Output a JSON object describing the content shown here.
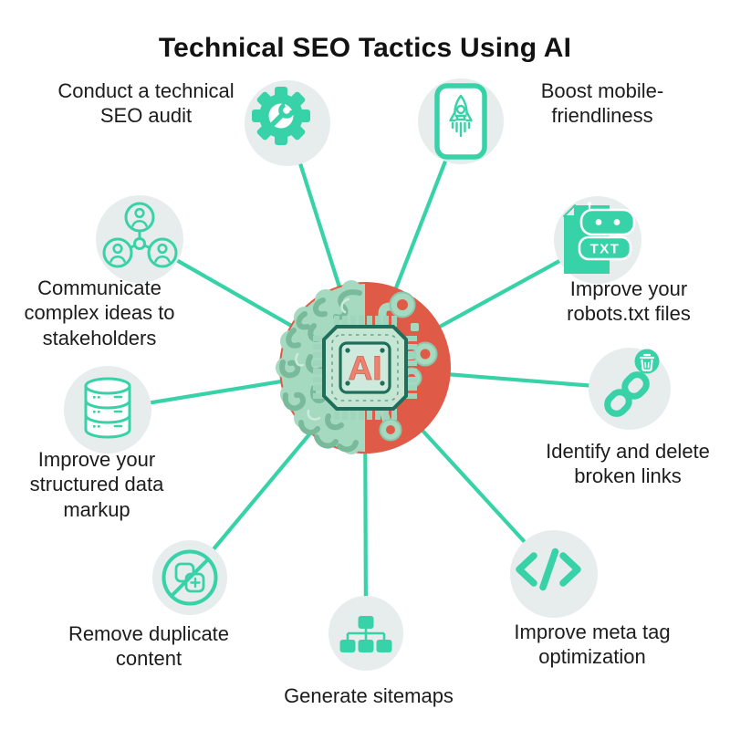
{
  "title": "Technical SEO Tactics Using AI",
  "center": {
    "ai_label": "AI",
    "graphic": "half-brain-half-circuit-chip"
  },
  "colors": {
    "accent_teal": "#38d2a8",
    "icon_circle_bg": "#e7edec",
    "center_red": "#e05b47",
    "brain_mint": "#a5d9c0",
    "chip_dark_teal": "#1f6e5b",
    "ai_salmon": "#ee8170",
    "text": "#1c1c1c"
  },
  "items": [
    {
      "id": "technical-seo-audit",
      "icon": "gear-wrench-icon",
      "label": [
        "Conduct a technical",
        "SEO audit"
      ]
    },
    {
      "id": "mobile-friendliness",
      "icon": "phone-rocket-icon",
      "label": [
        "Boost mobile-",
        "friendliness"
      ]
    },
    {
      "id": "stakeholder-communication",
      "icon": "people-network-icon",
      "label": [
        "Communicate",
        "complex ideas to",
        "stakeholders"
      ]
    },
    {
      "id": "robots-txt",
      "icon": "robot-txt-file-icon",
      "label": [
        "Improve your",
        "robots.txt files"
      ],
      "badge": "TXT"
    },
    {
      "id": "structured-data",
      "icon": "database-icon",
      "label": [
        "Improve your",
        "structured data",
        "markup"
      ]
    },
    {
      "id": "broken-links",
      "icon": "link-trash-icon",
      "label": [
        "Identify and delete",
        "broken links"
      ]
    },
    {
      "id": "duplicate-content",
      "icon": "no-duplicate-icon",
      "label": [
        "Remove duplicate",
        "content"
      ]
    },
    {
      "id": "generate-sitemaps",
      "icon": "sitemap-icon",
      "label": [
        "Generate sitemaps"
      ]
    },
    {
      "id": "meta-tags",
      "icon": "code-tag-icon",
      "label": [
        "Improve meta tag",
        "optimization"
      ]
    }
  ]
}
